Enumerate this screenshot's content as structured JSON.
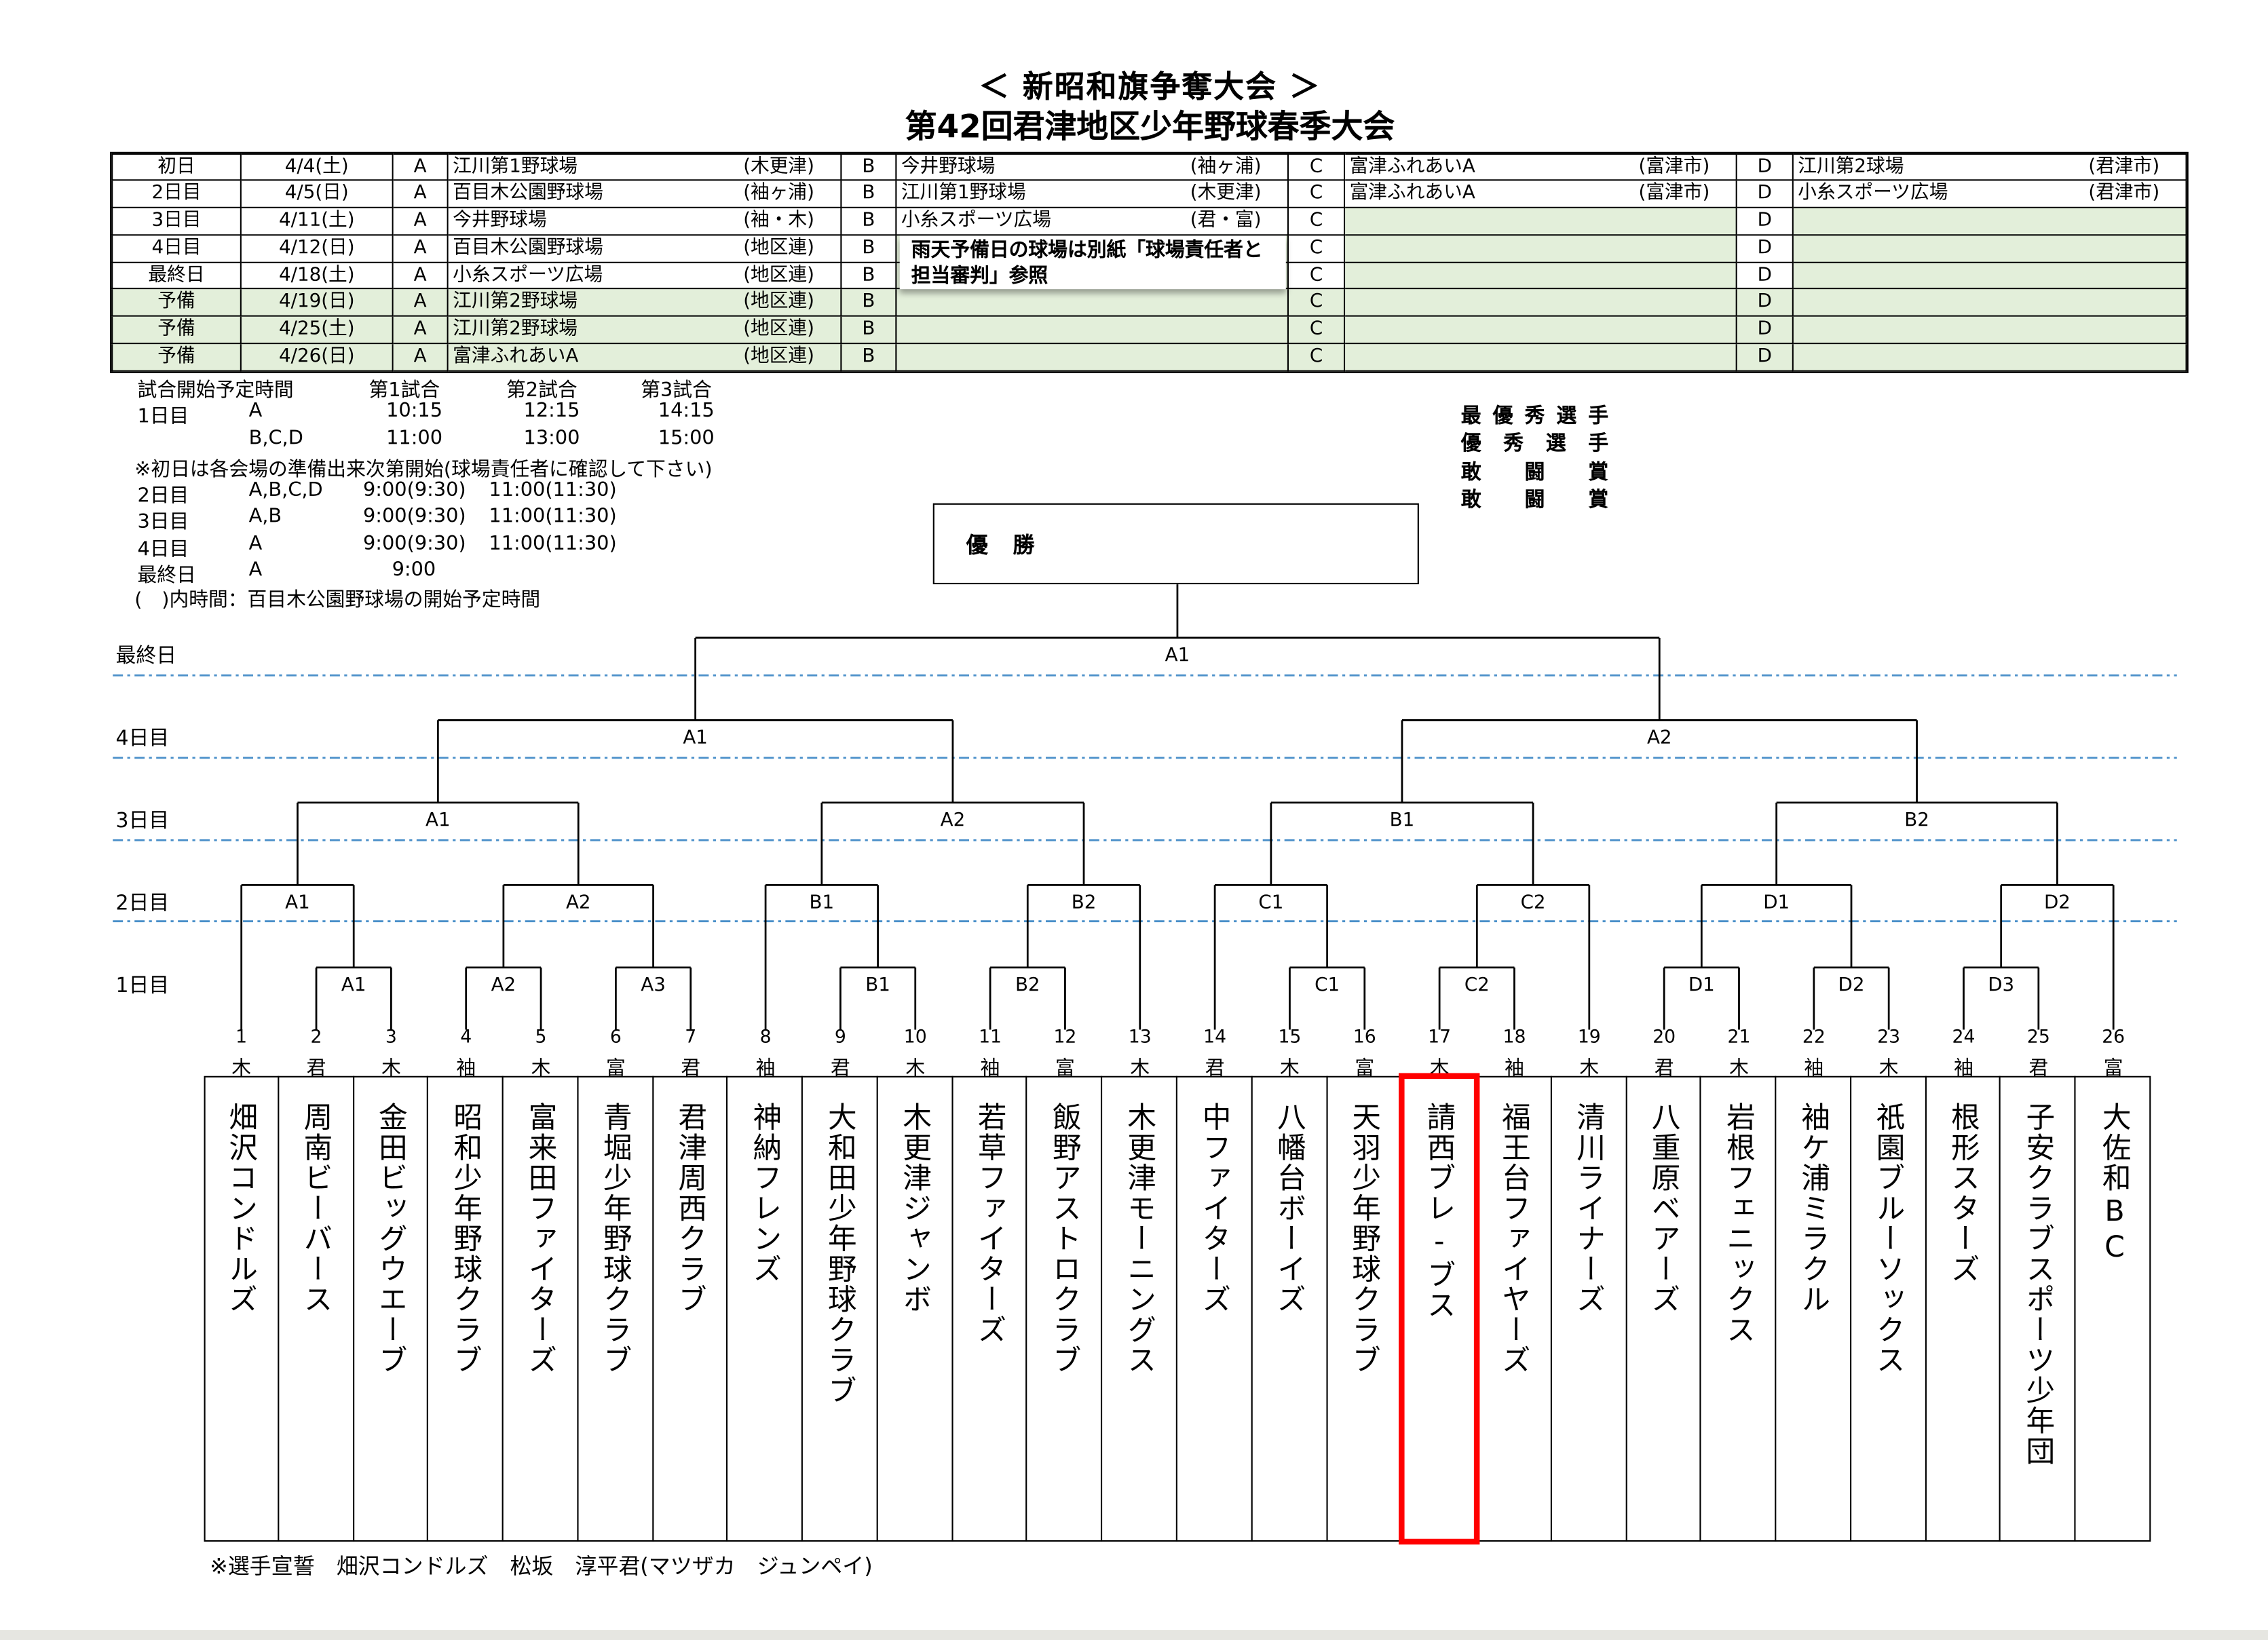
{
  "title": {
    "line1": "＜ 新昭和旗争奪大会 ＞",
    "line2": "第42回君津地区少年野球春季大会"
  },
  "venue_table": [
    {
      "day": "初日",
      "date": "4/4(土)",
      "venues": [
        {
          "court": "A",
          "name": "江川第1野球場",
          "area": "(木更津)"
        },
        {
          "court": "B",
          "name": "今井野球場",
          "area": "(袖ヶ浦)"
        },
        {
          "court": "C",
          "name": "富津ふれあいA",
          "area": "(富津市)"
        },
        {
          "court": "D",
          "name": "江川第2球場",
          "area": "(君津市)"
        }
      ]
    },
    {
      "day": "2日目",
      "date": "4/5(日)",
      "venues": [
        {
          "court": "A",
          "name": "百目木公園野球場",
          "area": "(袖ヶ浦)"
        },
        {
          "court": "B",
          "name": "江川第1野球場",
          "area": "(木更津)"
        },
        {
          "court": "C",
          "name": "富津ふれあいA",
          "area": "(富津市)"
        },
        {
          "court": "D",
          "name": "小糸スポーツ広場",
          "area": "(君津市)"
        }
      ]
    },
    {
      "day": "3日目",
      "date": "4/11(土)",
      "venues": [
        {
          "court": "A",
          "name": "今井野球場",
          "area": "(袖・木)"
        },
        {
          "court": "B",
          "name": "小糸スポーツ広場",
          "area": "(君・富)"
        },
        {
          "court": "C",
          "name": "",
          "area": ""
        },
        {
          "court": "D",
          "name": "",
          "area": ""
        }
      ]
    },
    {
      "day": "4日目",
      "date": "4/12(日)",
      "venues": [
        {
          "court": "A",
          "name": "百目木公園野球場",
          "area": "(地区連)"
        },
        {
          "court": "B",
          "name": "",
          "area": ""
        },
        {
          "court": "C",
          "name": "",
          "area": ""
        },
        {
          "court": "D",
          "name": "",
          "area": ""
        }
      ]
    },
    {
      "day": "最終日",
      "date": "4/18(土)",
      "venues": [
        {
          "court": "A",
          "name": "小糸スポーツ広場",
          "area": "(地区連)"
        },
        {
          "court": "B",
          "name": "",
          "area": ""
        },
        {
          "court": "C",
          "name": "",
          "area": ""
        },
        {
          "court": "D",
          "name": "",
          "area": ""
        }
      ]
    },
    {
      "day": "予備",
      "date": "4/19(日)",
      "venues": [
        {
          "court": "A",
          "name": "江川第2野球場",
          "area": "(地区連)"
        },
        {
          "court": "B",
          "name": "",
          "area": ""
        },
        {
          "court": "C",
          "name": "",
          "area": ""
        },
        {
          "court": "D",
          "name": "",
          "area": ""
        }
      ]
    },
    {
      "day": "予備",
      "date": "4/25(土)",
      "venues": [
        {
          "court": "A",
          "name": "江川第2野球場",
          "area": "(地区連)"
        },
        {
          "court": "B",
          "name": "",
          "area": ""
        },
        {
          "court": "C",
          "name": "",
          "area": ""
        },
        {
          "court": "D",
          "name": "",
          "area": ""
        }
      ]
    },
    {
      "day": "予備",
      "date": "4/26(日)",
      "venues": [
        {
          "court": "A",
          "name": "富津ふれあいA",
          "area": "(地区連)"
        },
        {
          "court": "B",
          "name": "",
          "area": ""
        },
        {
          "court": "C",
          "name": "",
          "area": ""
        },
        {
          "court": "D",
          "name": "",
          "area": ""
        }
      ]
    }
  ],
  "rain_note": "雨天予備日の球場は別紙「球場責任者と担当審判」参照",
  "schedule": {
    "header": [
      "試合開始予定時間",
      "第1試合",
      "第2試合",
      "第3試合"
    ],
    "rows": [
      {
        "day": "1日目",
        "courts": "A",
        "times": [
          "10:15",
          "12:15",
          "14:15"
        ]
      },
      {
        "day": "",
        "courts": "B,C,D",
        "times": [
          "11:00",
          "13:00",
          "15:00"
        ]
      },
      {
        "note": "※初日は各会場の準備出来次第開始(球場責任者に確認して下さい)"
      },
      {
        "day": "2日目",
        "courts": "A,B,C,D",
        "times": [
          "9:00(9:30)",
          "11:00(11:30)"
        ]
      },
      {
        "day": "3日目",
        "courts": "A,B",
        "times": [
          "9:00(9:30)",
          "11:00(11:30)"
        ]
      },
      {
        "day": "4日目",
        "courts": "A",
        "times": [
          "9:00(9:30)",
          "11:00(11:30)"
        ]
      },
      {
        "day": "最終日",
        "courts": "A",
        "times": [
          "9:00"
        ]
      },
      {
        "note": "(　)内時間：百目木公園野球場の開始予定時間"
      }
    ]
  },
  "awards": [
    "最優秀選手",
    "優秀選手",
    "敢闘賞",
    "敢闘賞"
  ],
  "champion_label": "優 勝",
  "day_labels": [
    "最終日",
    "4日目",
    "3日目",
    "2日目",
    "1日目"
  ],
  "bracket": {
    "rounds": [
      {
        "day": "1日目",
        "matches": [
          {
            "label": "A1",
            "a": "t2",
            "b": "t3"
          },
          {
            "label": "A2",
            "a": "t4",
            "b": "t5"
          },
          {
            "label": "A3",
            "a": "t6",
            "b": "t7"
          },
          {
            "label": "B1",
            "a": "t9",
            "b": "t10"
          },
          {
            "label": "B2",
            "a": "t11",
            "b": "t12"
          },
          {
            "label": "C1",
            "a": "t15",
            "b": "t16"
          },
          {
            "label": "C2",
            "a": "t17",
            "b": "t18"
          },
          {
            "label": "D1",
            "a": "t20",
            "b": "t21"
          },
          {
            "label": "D2",
            "a": "t22",
            "b": "t23"
          },
          {
            "label": "D3",
            "a": "t24",
            "b": "t25"
          }
        ]
      },
      {
        "day": "2日目",
        "matches": [
          {
            "label": "A1",
            "a": "t1",
            "b": "m0-0"
          },
          {
            "label": "A2",
            "a": "m0-1",
            "b": "m0-2"
          },
          {
            "label": "B1",
            "a": "t8",
            "b": "m0-3"
          },
          {
            "label": "B2",
            "a": "m0-4",
            "b": "t13"
          },
          {
            "label": "C1",
            "a": "t14",
            "b": "m0-5"
          },
          {
            "label": "C2",
            "a": "m0-6",
            "b": "t19"
          },
          {
            "label": "D1",
            "a": "m0-7",
            "b": "m0-8"
          },
          {
            "label": "D2",
            "a": "m0-9",
            "b": "t26"
          }
        ]
      },
      {
        "day": "3日目",
        "matches": [
          {
            "label": "A1",
            "a": "m1-0",
            "b": "m1-1"
          },
          {
            "label": "A2",
            "a": "m1-2",
            "b": "m1-3"
          },
          {
            "label": "B1",
            "a": "m1-4",
            "b": "m1-5"
          },
          {
            "label": "B2",
            "a": "m1-6",
            "b": "m1-7"
          }
        ]
      },
      {
        "day": "4日目",
        "matches": [
          {
            "label": "A1",
            "a": "m2-0",
            "b": "m2-1"
          },
          {
            "label": "A2",
            "a": "m2-2",
            "b": "m2-3"
          }
        ]
      },
      {
        "day": "最終日",
        "matches": [
          {
            "label": "A1",
            "a": "m3-0",
            "b": "m3-1"
          }
        ]
      }
    ]
  },
  "teams": [
    {
      "no": "1",
      "region": "木",
      "name": "畑沢コンドルズ"
    },
    {
      "no": "2",
      "region": "君",
      "name": "周南ビーバース"
    },
    {
      "no": "3",
      "region": "木",
      "name": "金田ビッグウエーブ"
    },
    {
      "no": "4",
      "region": "袖",
      "name": "昭和少年野球クラブ"
    },
    {
      "no": "5",
      "region": "木",
      "name": "富来田ファイターズ"
    },
    {
      "no": "6",
      "region": "富",
      "name": "青堀少年野球クラブ"
    },
    {
      "no": "7",
      "region": "君",
      "name": "君津周西クラブ"
    },
    {
      "no": "8",
      "region": "袖",
      "name": "神納フレンズ"
    },
    {
      "no": "9",
      "region": "君",
      "name": "大和田少年野球クラブ"
    },
    {
      "no": "10",
      "region": "木",
      "name": "木更津ジャンボ"
    },
    {
      "no": "11",
      "region": "袖",
      "name": "若草ファイターズ"
    },
    {
      "no": "12",
      "region": "富",
      "name": "飯野アストロクラブ"
    },
    {
      "no": "13",
      "region": "木",
      "name": "木更津モーニングス"
    },
    {
      "no": "14",
      "region": "君",
      "name": "中ファイターズ"
    },
    {
      "no": "15",
      "region": "木",
      "name": "八幡台ボーイズ"
    },
    {
      "no": "16",
      "region": "富",
      "name": "天羽少年野球クラブ"
    },
    {
      "no": "17",
      "region": "木",
      "name": "請西ブレ-ブス"
    },
    {
      "no": "18",
      "region": "袖",
      "name": "福王台ファイヤーズ"
    },
    {
      "no": "19",
      "region": "木",
      "name": "清川ライナーズ"
    },
    {
      "no": "20",
      "region": "君",
      "name": "八重原ベアーズ"
    },
    {
      "no": "21",
      "region": "木",
      "name": "岩根フェニックス"
    },
    {
      "no": "22",
      "region": "袖",
      "name": "袖ケ浦ミラクル"
    },
    {
      "no": "23",
      "region": "木",
      "name": "祇園ブルーソックス"
    },
    {
      "no": "24",
      "region": "袖",
      "name": "根形スターズ"
    },
    {
      "no": "25",
      "region": "君",
      "name": "子安クラブスポーツ少年団"
    },
    {
      "no": "26",
      "region": "富",
      "name": "大佐和BC"
    }
  ],
  "highlighted_team": "17",
  "footer": "※選手宣誓　畑沢コンドルズ　松坂　淳平君(マツザカ　ジュンペイ)",
  "colors": {
    "highlight": "#ff0000",
    "reserve_fill": "#e3efda",
    "dayline": "#4a8fc9"
  }
}
